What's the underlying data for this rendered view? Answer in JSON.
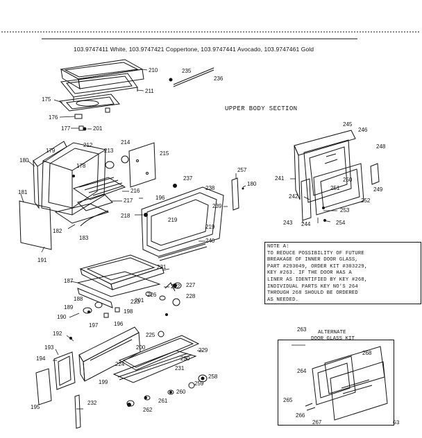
{
  "header": {
    "models_line": "103.9747411 White, 103.9747421 Coppertone, 103.9747441 Avocado, 103.9747461 Gold"
  },
  "section_title": "UPPER BODY SECTION",
  "note": {
    "lines": [
      "NOTE A:",
      "TO REDUCE POSSIBILITY OF FUTURE",
      "BREAKAGE OF INNER DOOR GLASS,",
      "PART #293049, ORDER KIT #303229,",
      "KEY #263. IF THE DOOR HAS A",
      "LINER AS IDENTIFIED BY KEY #268,",
      "INDIVIDUAL PARTS KEY NO'S 264",
      "THROUGH 268 SHOULD BE ORDERED",
      "AS NEEDED."
    ]
  },
  "kit": {
    "number": "263",
    "title_line1": "ALTERNATE",
    "title_line2": "DOOR GLASS KIT"
  },
  "page_code": "G3",
  "part_labels": [
    "210",
    "235",
    "236",
    "211",
    "175",
    "176",
    "177",
    "201",
    "212",
    "213",
    "214",
    "215",
    "180",
    "179",
    "178",
    "181",
    "216",
    "217",
    "196",
    "218",
    "182",
    "183",
    "191",
    "237",
    "238",
    "257",
    "180",
    "239",
    "219",
    "219",
    "240",
    "245",
    "246",
    "248",
    "241",
    "250",
    "251",
    "249",
    "242",
    "252",
    "253",
    "243",
    "244",
    "254",
    "221",
    "187",
    "222",
    "188",
    "189",
    "223",
    "226",
    "227",
    "190",
    "198",
    "201",
    "228",
    "197",
    "196",
    "225",
    "192",
    "200",
    "229",
    "193",
    "230",
    "194",
    "224",
    "231",
    "199",
    "259",
    "258",
    "195",
    "232",
    "260",
    "261",
    "262",
    "268",
    "264",
    "265",
    "266",
    "267"
  ]
}
